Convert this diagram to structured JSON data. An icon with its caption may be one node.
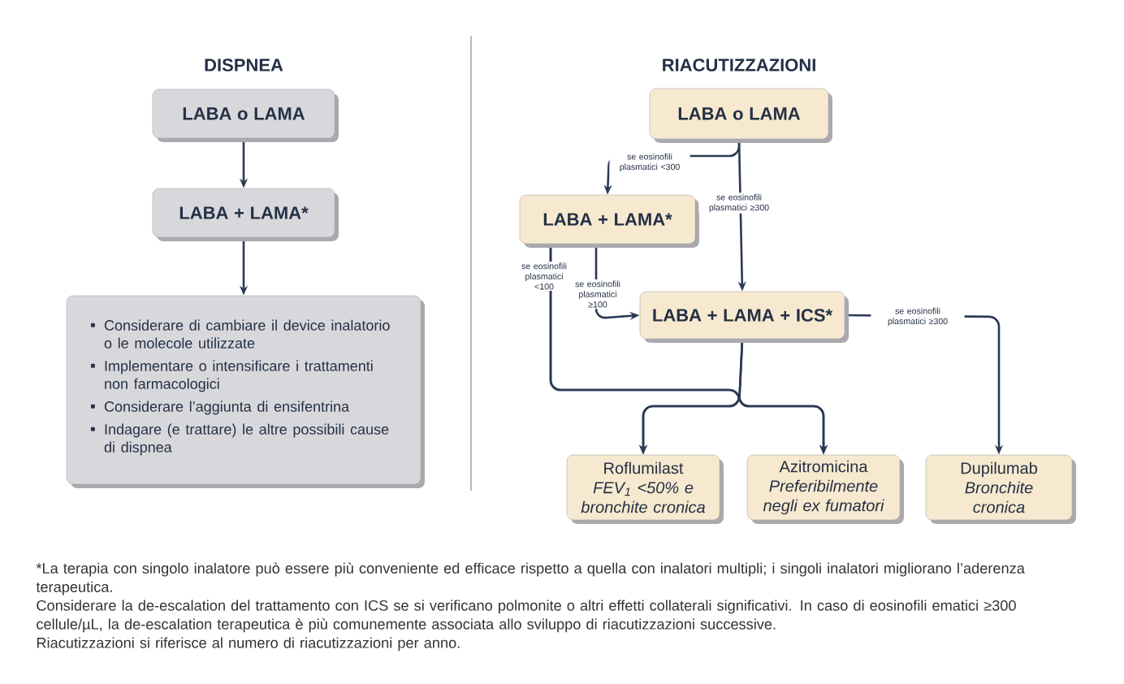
{
  "diagram": {
    "nodes": [
      {
        "text": [
          "LABA o LAMA"
        ]
      },
      {
        "text": [
          "LABA + LAMA*"
        ]
      },
      {
        "text": [
          "Considerare di cambiare il device inalatorio o le molecole utilizzate",
          "Implementare o intensificare i trattamenti non farmacologici",
          "Considerare l’aggiunta di ensifentrina",
          "Indagare (e trattare) le altre possibili cause di dispnea"
        ]
      },
      {
        "text": [
          "LABA o LAMA"
        ]
      },
      {
        "text": [
          "LABA + LAMA*"
        ]
      },
      {
        "text": [
          "LABA + LAMA + ICS*"
        ]
      },
      {
        "text": [
          "Roflumilast",
          "FEV$_{1}$ <50% e bronchite cronica"
        ]
      },
      {
        "text": [
          "Azitromicina",
          "Preferibilmente negli ex fumatori"
        ]
      },
      {
        "text": [
          "Dupilumab",
          "Bronchite cronica"
        ]
      }
    ],
    "edges": [
      {
        "from": 0,
        "to": 1,
        "arrow": "to"
      },
      {
        "from": 1,
        "to": 2,
        "arrow": "to"
      },
      {
        "from": 3,
        "to": 4,
        "arrow": "to",
        "label": "se eosinofili plasmatici <300"
      },
      {
        "from": 3,
        "to": 5,
        "arrow": "to",
        "label": "se eosinofili plasmatici ≥300"
      },
      {
        "from": 4,
        "to": 5,
        "arrow": "to",
        "label": "se eosinofili plasmatici ≥100"
      },
      {
        "from": 4,
        "to": 6,
        "arrow": "to",
        "label": "se eosinofili plasmatici <100"
      },
      {
        "from": 4,
        "to": 7,
        "arrow": "to"
      },
      {
        "from": 5,
        "to": 6,
        "arrow": "to"
      },
      {
        "from": 5,
        "to": 7,
        "arrow": "to"
      },
      {
        "from": 5,
        "to": 8,
        "arrow": "to",
        "label": "se eosinofili plasmatici ≥300"
      }
    ],
    "labels": [
      "DISPNEA",
      "RIACUTIZZAZIONI",
      "*La terapia con singolo inalatore può essere più conveniente ed efficace rispetto a quella con inalatori multipli; i singoli inalatori migliorano l’aderenza terapeutica.",
      "Considerare la de-escalation del trattamento con ICS se si verificano polmonite o altri effetti collaterali significativi. In caso di eosinofili ematici ≥300 cellule/µL, la de-escalation terapeutica è più comunemente associata allo sviluppo di riacutizzazioni successive.",
      "Riacutizzazioni si riferisce al numero di riacutizzazioni per anno."
    ]
  }
}
